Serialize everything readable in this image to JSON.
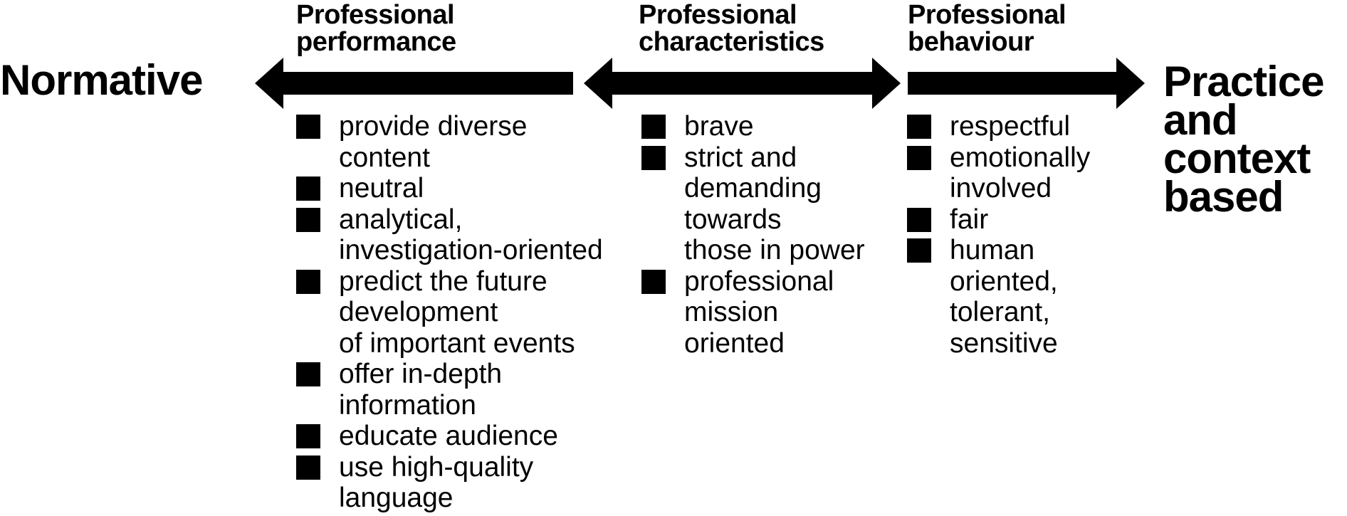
{
  "left_label": "Normative",
  "right_label": "Practice\nand\ncontext\nbased",
  "columns": [
    {
      "title": "Professional\nperformance",
      "items": [
        "provide diverse\ncontent",
        "neutral",
        "analytical,\ninvestigation-oriented",
        "predict the future\ndevelopment\nof important events",
        "offer in-depth\ninformation",
        "educate audience",
        "use high-quality\nlanguage"
      ]
    },
    {
      "title": "Professional\ncharacteristics",
      "items": [
        "brave",
        "strict and\ndemanding\ntowards\nthose in power",
        "professional\nmission\noriented"
      ]
    },
    {
      "title": "Professional\nbehaviour",
      "items": [
        "respectful",
        "emotionally\ninvolved",
        "fair",
        "human\noriented,\ntolerant,\nsensitive"
      ]
    }
  ],
  "colors": {
    "ink": "#000000",
    "background": "#ffffff"
  }
}
